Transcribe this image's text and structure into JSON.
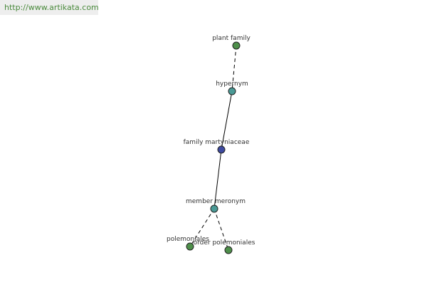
{
  "watermark": {
    "text": "http://www.artikata.com"
  },
  "colors": {
    "plant_node": "#4e8f4a",
    "relation_node": "#4a9a96",
    "center_node": "#3e4aa0",
    "watermark_bg": "#eeeeee",
    "watermark_text": "#4a8a3c"
  },
  "nodes": {
    "plant_family": {
      "label": "plant family",
      "kind": "plant"
    },
    "hypernym": {
      "label": "hypernym",
      "kind": "relation"
    },
    "family_martyniaceae": {
      "label": "family martyniaceae",
      "kind": "center"
    },
    "member_meronym": {
      "label": "member meronym",
      "kind": "relation"
    },
    "polemoniales": {
      "label": "polemoniales",
      "kind": "plant"
    },
    "order_polemoniales": {
      "label": "order polemoniales",
      "kind": "plant"
    }
  },
  "edges": [
    {
      "from": "plant_family",
      "to": "hypernym",
      "style": "dashed"
    },
    {
      "from": "hypernym",
      "to": "family_martyniaceae",
      "style": "solid"
    },
    {
      "from": "family_martyniaceae",
      "to": "member_meronym",
      "style": "solid"
    },
    {
      "from": "member_meronym",
      "to": "polemoniales",
      "style": "dashed"
    },
    {
      "from": "member_meronym",
      "to": "order_polemoniales",
      "style": "dashed"
    }
  ]
}
